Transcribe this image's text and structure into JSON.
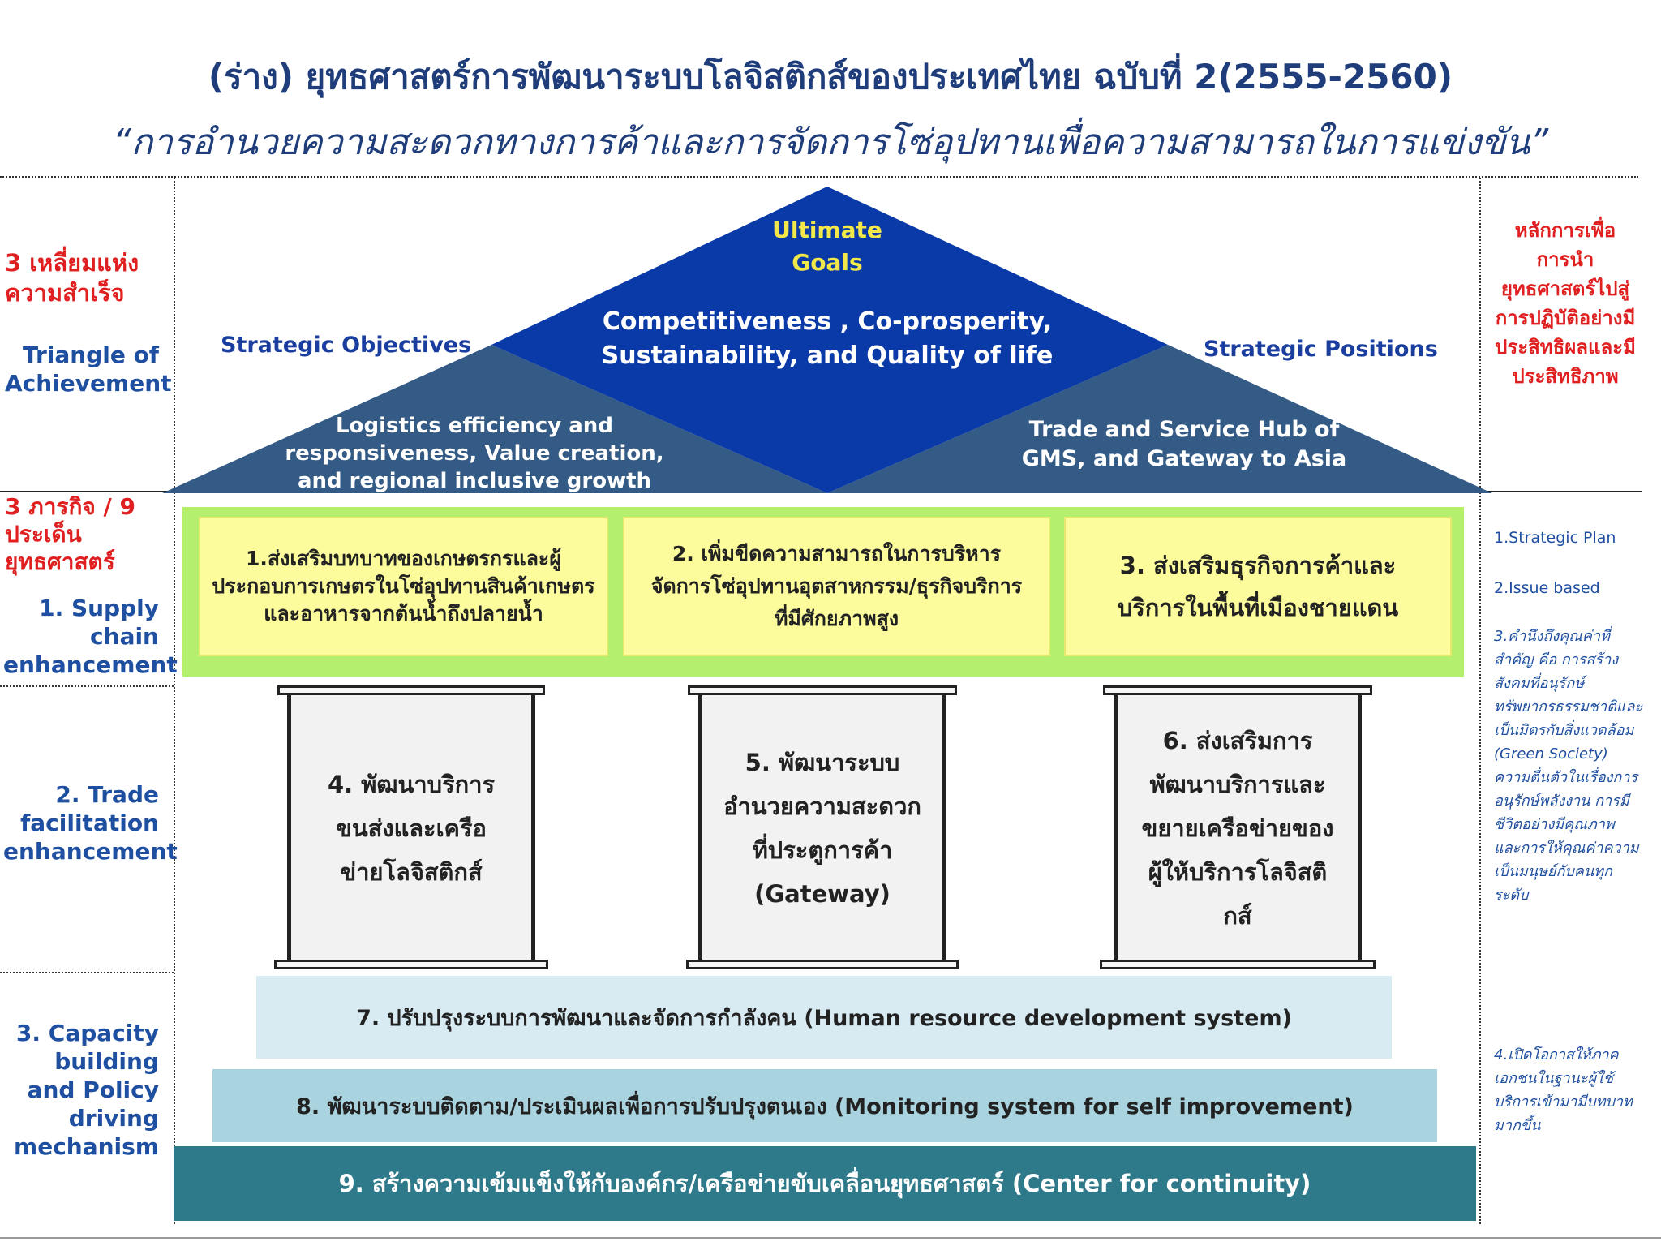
{
  "title": {
    "line1": "(ร่าง) ยุทธศาสตร์การพัฒนาระบบโลจิสติกส์ของประเทศไทย ฉบับที่ 2(2555-2560)",
    "line2": "“การอำนวยความสะดวกทางการค้าและการจัดการโซ่อุปทานเพื่อความสามารถในการแข่งขัน”"
  },
  "left_column": {
    "triangle_th": "3 เหลี่ยมแห่งความสำเร็จ",
    "triangle_en": "Triangle of Achievement",
    "missions_th": "3 ภารกิจ / 9 ประเด็นยุทธศาสตร์",
    "supply_chain": "1. Supply chain enhancement",
    "trade_facilitation": "2. Trade facilitation enhancement",
    "capacity_building": "3. Capacity building and Policy driving mechanism"
  },
  "triangle": {
    "ultimate_goals": "Ultimate Goals",
    "goals_text": "Competitiveness , Co-prosperity, Sustainability, and Quality of life",
    "strategic_objectives_label": "Strategic Objectives",
    "strategic_objectives_text": "Logistics efficiency and responsiveness, Value creation, and regional inclusive growth",
    "strategic_positions_label": "Strategic Positions",
    "strategic_positions_text": "Trade and Service Hub of GMS, and Gateway to Asia"
  },
  "supply_boxes": [
    "1.ส่งเสริมบทบาทของเกษตรกรและผู้ประกอบการเกษตรในโซ่อุปทานสินค้าเกษตรและอาหารจากต้นน้ำถึงปลายน้ำ",
    "2. เพิ่มขีดความสามารถในการบริหารจัดการโซ่อุปทานอุตสาหกรรม/ธุรกิจบริการที่มีศักยภาพสูง",
    "3. ส่งเสริมธุรกิจการค้าและบริการในพื้นที่เมืองชายแดน"
  ],
  "pillars": [
    "4. พัฒนาบริการขนส่งและเครือข่ายโลจิสติกส์",
    "5. พัฒนาระบบอำนวยความสะดวกที่ประตูการค้า (Gateway)",
    "6. ส่งเสริมการพัฒนาบริการและขยายเครือข่ายของผู้ให้บริการโลจิสติกส์"
  ],
  "steps": [
    "7. ปรับปรุงระบบการพัฒนาและจัดการกำลังคน (Human resource development system)",
    "8. พัฒนาระบบติดตาม/ประเมินผลเพื่อการปรับปรุงตนเอง (Monitoring system for self improvement)",
    "9. สร้างความเข้มแข็งให้กับองค์กร/เครือข่ายขับเคลื่อนยุทธศาสตร์ (Center for continuity)"
  ],
  "right_column": {
    "principles_th": "หลักการเพื่อการนำยุทธศาสตร์ไปสู่การปฏิบัติอย่างมีประสิทธิผลและมีประสิทธิภาพ",
    "item1": "1.Strategic Plan",
    "item2": "2.Issue based",
    "item3": "3.คำนึงถึงคุณค่าที่สำคัญ คือ การสร้างสังคมที่อนุรักษ์ทรัพยากรธรรมชาติและเป็นมิตรกับสิ่งแวดล้อม (Green Society) ความตื่นตัวในเรื่องการอนุรักษ์พลังงาน การมีชีวิตอย่างมีคุณภาพ และการให้คุณค่าความเป็นมนุษย์กับคนทุกระดับ",
    "item4": "4.เปิดโอกาสให้ภาคเอกชนในฐานะผู้ใช้บริการเข้ามามีบทบาทมากขึ้น"
  },
  "colors": {
    "dark_blue": "#0a3aa8",
    "slate_blue": "#345b85",
    "yellow_green": "#b4f06e",
    "light_yellow": "#fcfc9c",
    "teal": "#2f7a8a",
    "red": "#e02020",
    "label_blue": "#1f4fa0"
  }
}
